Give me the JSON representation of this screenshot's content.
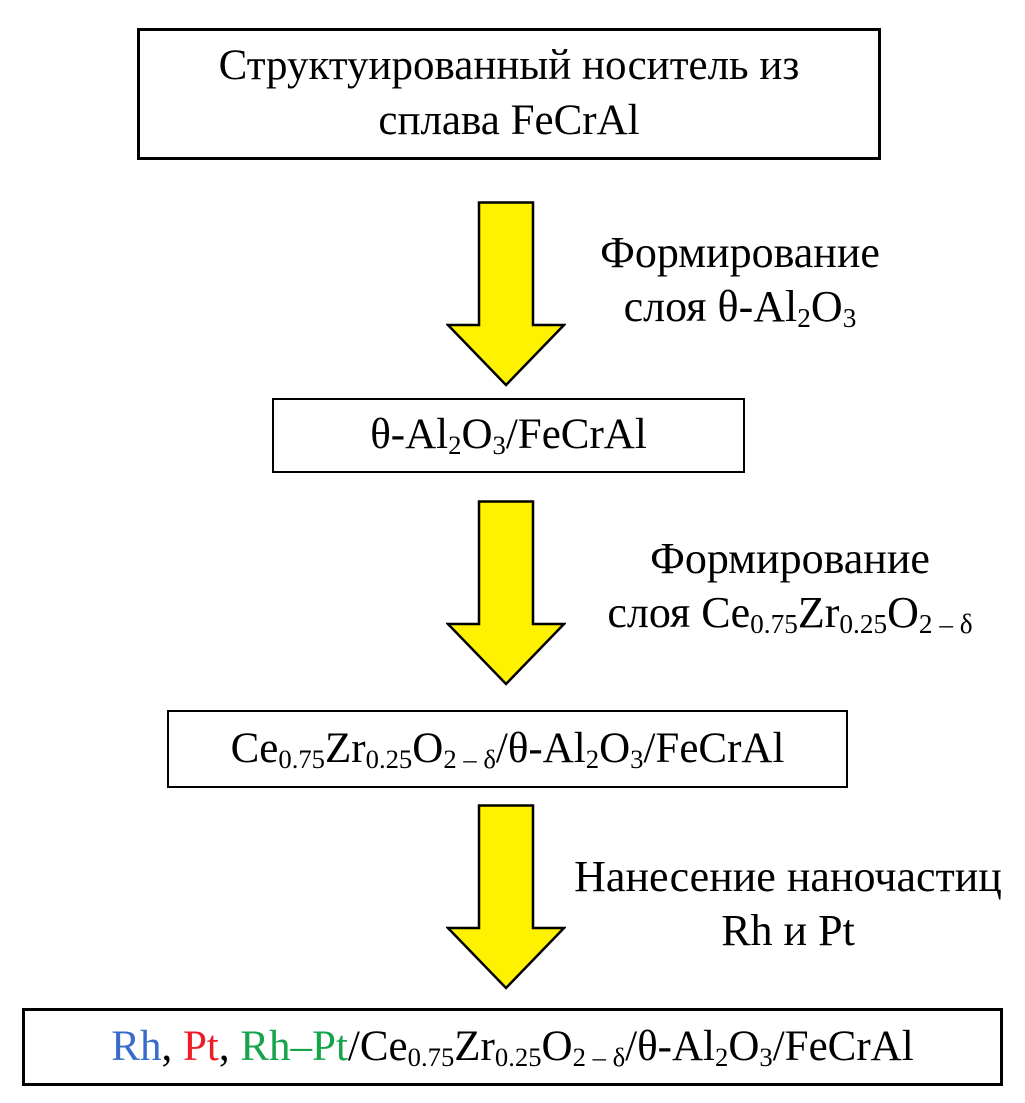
{
  "page": {
    "background": "#FFFFFF"
  },
  "colors": {
    "arrow_fill": "#FFF200",
    "arrow_outline": "#000000",
    "box_border": "#000000",
    "text": "#000000",
    "rh": "#3A6BC9",
    "pt": "#EE1C25",
    "rh_pt": "#15A449"
  },
  "nodes": [
    {
      "id": "support",
      "segments": [
        {
          "t": "Структуированный носитель из"
        },
        {
          "br": true
        },
        {
          "t": "сплава FeCrAl"
        }
      ]
    },
    {
      "id": "alumina-on-fecral",
      "segments": [
        {
          "t": "θ-Al"
        },
        {
          "t": "2",
          "sub": true
        },
        {
          "t": "O"
        },
        {
          "t": "3",
          "sub": true
        },
        {
          "t": "/FeCrAl"
        }
      ]
    },
    {
      "id": "ceria-zirconia-on-alumina",
      "segments": [
        {
          "t": "Ce"
        },
        {
          "t": "0.75",
          "sub": true
        },
        {
          "t": "Zr"
        },
        {
          "t": "0.25",
          "sub": true
        },
        {
          "t": "O"
        },
        {
          "t": "2 – δ",
          "sub": true
        },
        {
          "t": "/θ-Al"
        },
        {
          "t": "2",
          "sub": true
        },
        {
          "t": "O"
        },
        {
          "t": "3",
          "sub": true
        },
        {
          "t": "/FeCrAl"
        }
      ]
    },
    {
      "id": "final-catalyst",
      "segments": [
        {
          "t": "Rh",
          "color": "#3A6BC9"
        },
        {
          "t": ", "
        },
        {
          "t": "Pt",
          "color": "#EE1C25"
        },
        {
          "t": ", "
        },
        {
          "t": "Rh–Pt",
          "color": "#15A449"
        },
        {
          "t": "/Ce"
        },
        {
          "t": "0.75",
          "sub": true
        },
        {
          "t": "Zr"
        },
        {
          "t": "0.25",
          "sub": true
        },
        {
          "t": "O"
        },
        {
          "t": "2 – δ",
          "sub": true
        },
        {
          "t": "/θ-Al"
        },
        {
          "t": "2",
          "sub": true
        },
        {
          "t": "O"
        },
        {
          "t": "3",
          "sub": true
        },
        {
          "t": "/FeCrAl"
        }
      ]
    }
  ],
  "steps": [
    {
      "id": "form-alumina-layer",
      "segments": [
        {
          "t": "Формирование"
        },
        {
          "br": true
        },
        {
          "t": "слоя θ-Al"
        },
        {
          "t": "2",
          "sub": true
        },
        {
          "t": "O"
        },
        {
          "t": "3",
          "sub": true
        }
      ]
    },
    {
      "id": "form-ceria-zirconia-layer",
      "segments": [
        {
          "t": "Формирование"
        },
        {
          "br": true
        },
        {
          "t": "слоя Ce"
        },
        {
          "t": "0.75",
          "sub": true
        },
        {
          "t": "Zr"
        },
        {
          "t": "0.25",
          "sub": true
        },
        {
          "t": "O"
        },
        {
          "t": "2 – δ",
          "sub": true
        }
      ]
    },
    {
      "id": "deposit-nanoparticles",
      "segments": [
        {
          "t": "Нанесение наночастиц"
        },
        {
          "br": true
        },
        {
          "t": "Rh и Pt"
        }
      ]
    }
  ]
}
